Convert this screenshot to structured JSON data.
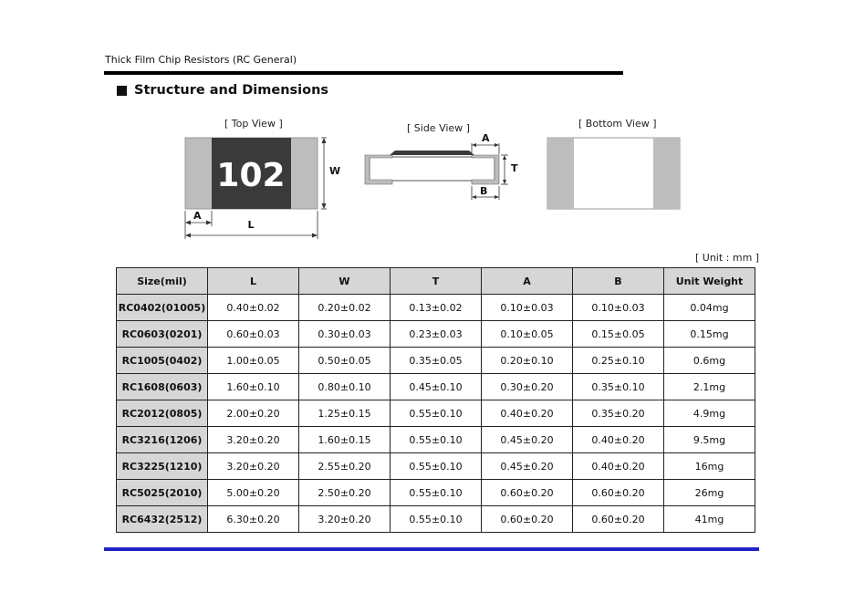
{
  "header": {
    "title": "Thick Film Chip Resistors (RC General)"
  },
  "section": {
    "title": "Structure and Dimensions"
  },
  "views": {
    "top": {
      "label": "[ Top View ]",
      "marking": "102",
      "dim_a": "A",
      "dim_l": "L",
      "dim_w": "W"
    },
    "side": {
      "label": "[ Side View ]",
      "dim_a": "A",
      "dim_b": "B",
      "dim_t": "T"
    },
    "bottom": {
      "label": "[ Bottom View ]"
    }
  },
  "unit_note": "[ Unit : mm ]",
  "table": {
    "headers": [
      "Size(mil)",
      "L",
      "W",
      "T",
      "A",
      "B",
      "Unit Weight"
    ],
    "rows": [
      [
        "RC0402(01005)",
        "0.40±0.02",
        "0.20±0.02",
        "0.13±0.02",
        "0.10±0.03",
        "0.10±0.03",
        "0.04mg"
      ],
      [
        "RC0603(0201)",
        "0.60±0.03",
        "0.30±0.03",
        "0.23±0.03",
        "0.10±0.05",
        "0.15±0.05",
        "0.15mg"
      ],
      [
        "RC1005(0402)",
        "1.00±0.05",
        "0.50±0.05",
        "0.35±0.05",
        "0.20±0.10",
        "0.25±0.10",
        "0.6mg"
      ],
      [
        "RC1608(0603)",
        "1.60±0.10",
        "0.80±0.10",
        "0.45±0.10",
        "0.30±0.20",
        "0.35±0.10",
        "2.1mg"
      ],
      [
        "RC2012(0805)",
        "2.00±0.20",
        "1.25±0.15",
        "0.55±0.10",
        "0.40±0.20",
        "0.35±0.20",
        "4.9mg"
      ],
      [
        "RC3216(1206)",
        "3.20±0.20",
        "1.60±0.15",
        "0.55±0.10",
        "0.45±0.20",
        "0.40±0.20",
        "9.5mg"
      ],
      [
        "RC3225(1210)",
        "3.20±0.20",
        "2.55±0.20",
        "0.55±0.10",
        "0.45±0.20",
        "0.40±0.20",
        "16mg"
      ],
      [
        "RC5025(2010)",
        "5.00±0.20",
        "2.50±0.20",
        "0.55±0.10",
        "0.60±0.20",
        "0.60±0.20",
        "26mg"
      ],
      [
        "RC6432(2512)",
        "6.30±0.20",
        "3.20±0.20",
        "0.55±0.10",
        "0.60±0.20",
        "0.60±0.20",
        "41mg"
      ]
    ]
  },
  "colors": {
    "footer_rule": "#2323c8",
    "header_fill": "#d6d6d6",
    "resistor_body": "#3a3a3a",
    "terminal": "#bdbdbd"
  }
}
